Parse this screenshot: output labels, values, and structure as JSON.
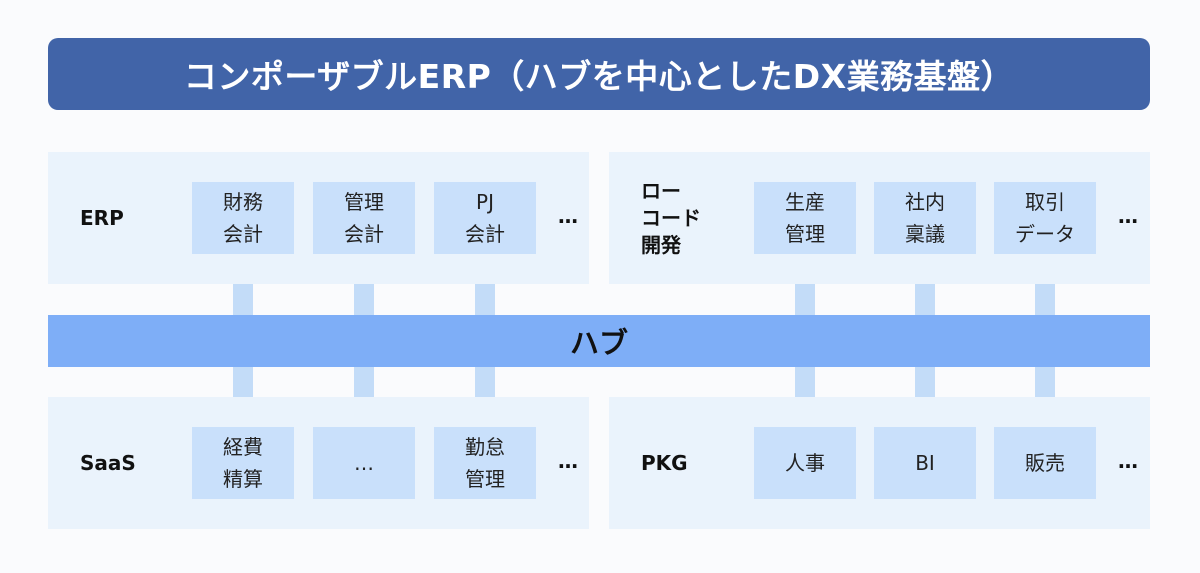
{
  "title": "コンポーザブルERP（ハブを中心としたDX業務基盤）",
  "hub_label": "ハブ",
  "colors": {
    "title_bg": "#4164a8",
    "panel_bg": "#eaf3fc",
    "module_bg": "#c9e0fb",
    "connector": "#c3dcf8",
    "hub_bg": "#7eaef7"
  },
  "panels": {
    "erp": {
      "label": "ERP",
      "modules": [
        [
          "財務",
          "会計"
        ],
        [
          "管理",
          "会計"
        ],
        [
          "PJ",
          "会計"
        ]
      ],
      "more": "…"
    },
    "lowcode": {
      "label_lines": [
        "ロー",
        "コード",
        "開発"
      ],
      "modules": [
        [
          "生産",
          "管理"
        ],
        [
          "社内",
          "稟議"
        ],
        [
          "取引",
          "データ"
        ]
      ],
      "more": "…"
    },
    "saas": {
      "label": "SaaS",
      "modules": [
        [
          "経費",
          "精算"
        ],
        [
          "…"
        ],
        [
          "勤怠",
          "管理"
        ]
      ],
      "more": "…"
    },
    "pkg": {
      "label": "PKG",
      "modules": [
        [
          "人事"
        ],
        [
          "BI"
        ],
        [
          "販売"
        ]
      ],
      "more": "…"
    }
  }
}
